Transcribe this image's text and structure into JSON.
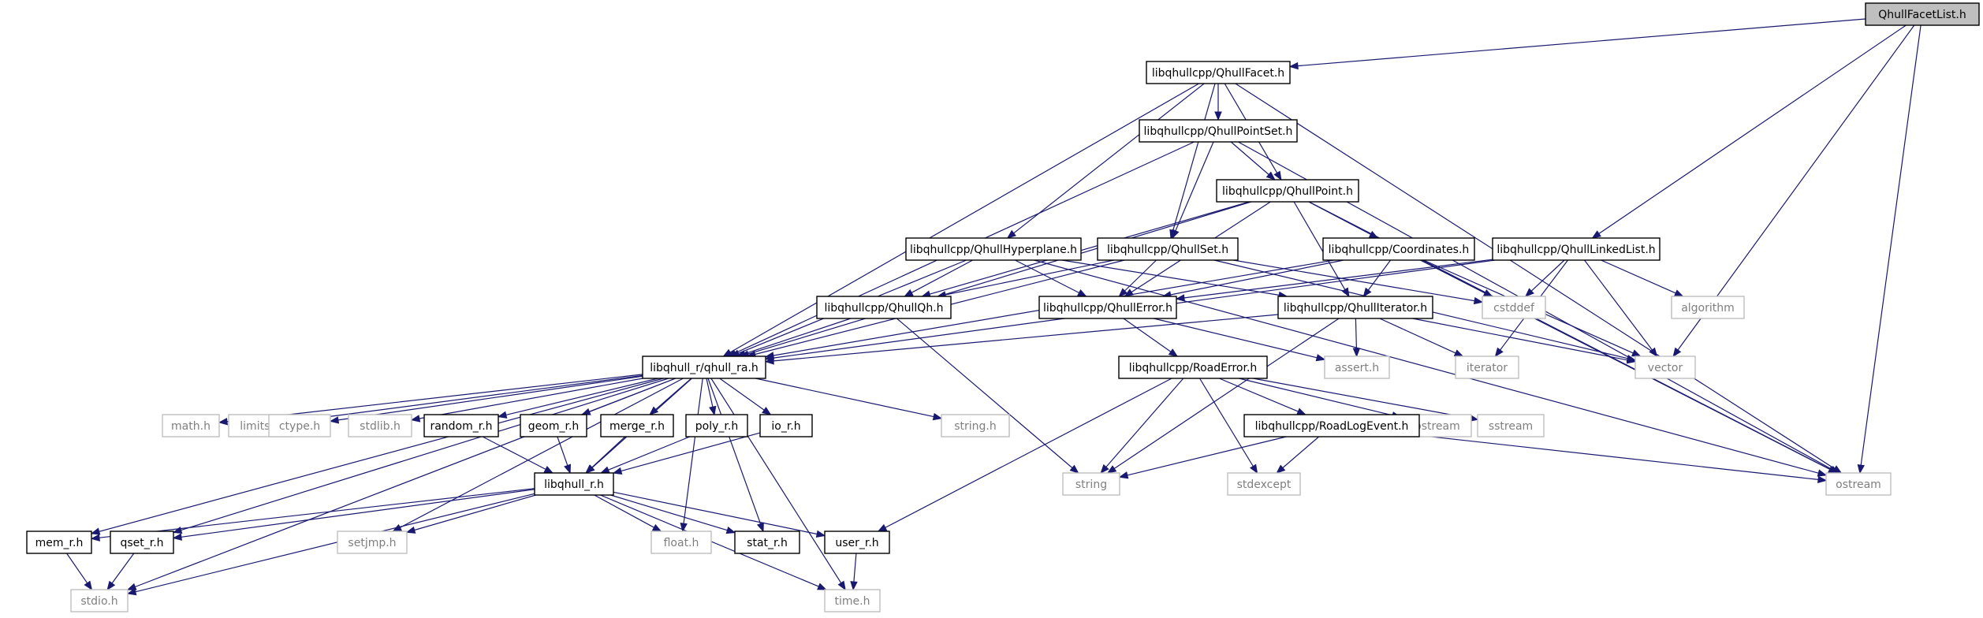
{
  "graph": {
    "nodes": [
      {
        "id": "QhullFacetList_h",
        "label": "QhullFacetList.h",
        "kind": "root"
      },
      {
        "id": "QhullFacet_h",
        "label": "libqhullcpp/QhullFacet.h",
        "kind": "doc"
      },
      {
        "id": "QhullPointSet_h",
        "label": "libqhullcpp/QhullPointSet.h",
        "kind": "doc"
      },
      {
        "id": "QhullPoint_h",
        "label": "libqhullcpp/QhullPoint.h",
        "kind": "doc"
      },
      {
        "id": "QhullHyperplane_h",
        "label": "libqhullcpp/QhullHyperplane.h",
        "kind": "doc"
      },
      {
        "id": "QhullSet_h",
        "label": "libqhullcpp/QhullSet.h",
        "kind": "doc"
      },
      {
        "id": "Coordinates_h",
        "label": "libqhullcpp/Coordinates.h",
        "kind": "doc"
      },
      {
        "id": "QhullLinkedList_h",
        "label": "libqhullcpp/QhullLinkedList.h",
        "kind": "doc"
      },
      {
        "id": "QhullQh_h",
        "label": "libqhullcpp/QhullQh.h",
        "kind": "doc"
      },
      {
        "id": "QhullError_h",
        "label": "libqhullcpp/QhullError.h",
        "kind": "doc"
      },
      {
        "id": "QhullIterator_h",
        "label": "libqhullcpp/QhullIterator.h",
        "kind": "doc"
      },
      {
        "id": "cstddef",
        "label": "cstddef",
        "kind": "sys"
      },
      {
        "id": "algorithm",
        "label": "algorithm",
        "kind": "sys"
      },
      {
        "id": "qhull_ra_h",
        "label": "libqhull_r/qhull_ra.h",
        "kind": "doc"
      },
      {
        "id": "RoadError_h",
        "label": "libqhullcpp/RoadError.h",
        "kind": "doc"
      },
      {
        "id": "assert_h",
        "label": "assert.h",
        "kind": "sys"
      },
      {
        "id": "iterator",
        "label": "iterator",
        "kind": "sys"
      },
      {
        "id": "vector",
        "label": "vector",
        "kind": "sys"
      },
      {
        "id": "math_h",
        "label": "math.h",
        "kind": "sys"
      },
      {
        "id": "limits_h",
        "label": "limits.h",
        "kind": "sys"
      },
      {
        "id": "ctype_h",
        "label": "ctype.h",
        "kind": "sys"
      },
      {
        "id": "stdlib_h",
        "label": "stdlib.h",
        "kind": "sys"
      },
      {
        "id": "random_r_h",
        "label": "random_r.h",
        "kind": "doc"
      },
      {
        "id": "geom_r_h",
        "label": "geom_r.h",
        "kind": "doc"
      },
      {
        "id": "merge_r_h",
        "label": "merge_r.h",
        "kind": "doc"
      },
      {
        "id": "poly_r_h",
        "label": "poly_r.h",
        "kind": "doc"
      },
      {
        "id": "io_r_h",
        "label": "io_r.h",
        "kind": "doc"
      },
      {
        "id": "string_h",
        "label": "string.h",
        "kind": "sys"
      },
      {
        "id": "iostream",
        "label": "iostream",
        "kind": "sys"
      },
      {
        "id": "sstream",
        "label": "sstream",
        "kind": "sys"
      },
      {
        "id": "RoadLogEvent_h",
        "label": "libqhullcpp/RoadLogEvent.h",
        "kind": "doc"
      },
      {
        "id": "string",
        "label": "string",
        "kind": "sys"
      },
      {
        "id": "stdexcept",
        "label": "stdexcept",
        "kind": "sys"
      },
      {
        "id": "ostream",
        "label": "ostream",
        "kind": "sys"
      },
      {
        "id": "libqhull_r_h",
        "label": "libqhull_r.h",
        "kind": "doc"
      },
      {
        "id": "setjmp_h",
        "label": "setjmp.h",
        "kind": "sys"
      },
      {
        "id": "float_h",
        "label": "float.h",
        "kind": "sys"
      },
      {
        "id": "mem_r_h",
        "label": "mem_r.h",
        "kind": "doc"
      },
      {
        "id": "qset_r_h",
        "label": "qset_r.h",
        "kind": "doc"
      },
      {
        "id": "stat_r_h",
        "label": "stat_r.h",
        "kind": "doc"
      },
      {
        "id": "user_r_h",
        "label": "user_r.h",
        "kind": "doc"
      },
      {
        "id": "stdio_h",
        "label": "stdio.h",
        "kind": "sys"
      },
      {
        "id": "time_h",
        "label": "time.h",
        "kind": "sys"
      }
    ],
    "edges": [
      [
        "QhullFacetList_h",
        "QhullFacet_h"
      ],
      [
        "QhullFacetList_h",
        "QhullLinkedList_h"
      ],
      [
        "QhullFacetList_h",
        "vector"
      ],
      [
        "QhullFacetList_h",
        "ostream"
      ],
      [
        "QhullFacet_h",
        "qhull_ra_h"
      ],
      [
        "QhullFacet_h",
        "QhullHyperplane_h"
      ],
      [
        "QhullFacet_h",
        "QhullSet_h"
      ],
      [
        "QhullFacet_h",
        "QhullPointSet_h"
      ],
      [
        "QhullFacet_h",
        "QhullPoint_h"
      ],
      [
        "QhullFacet_h",
        "ostream"
      ],
      [
        "QhullPointSet_h",
        "qhull_ra_h"
      ],
      [
        "QhullPointSet_h",
        "QhullSet_h"
      ],
      [
        "QhullPointSet_h",
        "QhullPoint_h"
      ],
      [
        "QhullPointSet_h",
        "ostream"
      ],
      [
        "QhullPoint_h",
        "qhull_ra_h"
      ],
      [
        "QhullPoint_h",
        "QhullQh_h"
      ],
      [
        "QhullPoint_h",
        "QhullError_h"
      ],
      [
        "QhullPoint_h",
        "QhullIterator_h"
      ],
      [
        "QhullPoint_h",
        "Coordinates_h"
      ],
      [
        "QhullPoint_h",
        "ostream"
      ],
      [
        "QhullHyperplane_h",
        "qhull_ra_h"
      ],
      [
        "QhullHyperplane_h",
        "QhullQh_h"
      ],
      [
        "QhullHyperplane_h",
        "QhullError_h"
      ],
      [
        "QhullHyperplane_h",
        "QhullIterator_h"
      ],
      [
        "QhullHyperplane_h",
        "ostream"
      ],
      [
        "QhullSet_h",
        "qhull_ra_h"
      ],
      [
        "QhullSet_h",
        "QhullQh_h"
      ],
      [
        "QhullSet_h",
        "QhullError_h"
      ],
      [
        "QhullSet_h",
        "cstddef"
      ],
      [
        "QhullSet_h",
        "vector"
      ],
      [
        "Coordinates_h",
        "qhull_ra_h"
      ],
      [
        "Coordinates_h",
        "QhullError_h"
      ],
      [
        "Coordinates_h",
        "QhullIterator_h"
      ],
      [
        "Coordinates_h",
        "cstddef"
      ],
      [
        "Coordinates_h",
        "vector"
      ],
      [
        "Coordinates_h",
        "ostream"
      ],
      [
        "QhullLinkedList_h",
        "qhull_ra_h"
      ],
      [
        "QhullLinkedList_h",
        "QhullError_h"
      ],
      [
        "QhullLinkedList_h",
        "cstddef"
      ],
      [
        "QhullLinkedList_h",
        "algorithm"
      ],
      [
        "QhullLinkedList_h",
        "iterator"
      ],
      [
        "QhullLinkedList_h",
        "vector"
      ],
      [
        "QhullQh_h",
        "qhull_ra_h"
      ],
      [
        "QhullQh_h",
        "string"
      ],
      [
        "QhullError_h",
        "RoadError_h"
      ],
      [
        "QhullError_h",
        "assert_h"
      ],
      [
        "QhullIterator_h",
        "qhull_ra_h"
      ],
      [
        "QhullIterator_h",
        "assert_h"
      ],
      [
        "QhullIterator_h",
        "iterator"
      ],
      [
        "QhullIterator_h",
        "string"
      ],
      [
        "QhullIterator_h",
        "vector"
      ],
      [
        "qhull_ra_h",
        "libqhull_r_h"
      ],
      [
        "qhull_ra_h",
        "stdio_h"
      ],
      [
        "qhull_ra_h",
        "math_h"
      ],
      [
        "qhull_ra_h",
        "limits_h"
      ],
      [
        "qhull_ra_h",
        "ctype_h"
      ],
      [
        "qhull_ra_h",
        "stdlib_h"
      ],
      [
        "qhull_ra_h",
        "random_r_h"
      ],
      [
        "qhull_ra_h",
        "geom_r_h"
      ],
      [
        "qhull_ra_h",
        "merge_r_h"
      ],
      [
        "qhull_ra_h",
        "poly_r_h"
      ],
      [
        "qhull_ra_h",
        "io_r_h"
      ],
      [
        "qhull_ra_h",
        "string_h"
      ],
      [
        "qhull_ra_h",
        "mem_r_h"
      ],
      [
        "qhull_ra_h",
        "qset_r_h"
      ],
      [
        "qhull_ra_h",
        "setjmp_h"
      ],
      [
        "qhull_ra_h",
        "float_h"
      ],
      [
        "qhull_ra_h",
        "stat_r_h"
      ],
      [
        "qhull_ra_h",
        "time_h"
      ],
      [
        "random_r_h",
        "libqhull_r_h"
      ],
      [
        "geom_r_h",
        "libqhull_r_h"
      ],
      [
        "merge_r_h",
        "libqhull_r_h"
      ],
      [
        "poly_r_h",
        "libqhull_r_h"
      ],
      [
        "io_r_h",
        "libqhull_r_h"
      ],
      [
        "RoadError_h",
        "string"
      ],
      [
        "RoadError_h",
        "stdexcept"
      ],
      [
        "RoadError_h",
        "iostream"
      ],
      [
        "RoadError_h",
        "sstream"
      ],
      [
        "RoadError_h",
        "RoadLogEvent_h"
      ],
      [
        "RoadError_h",
        "user_r_h"
      ],
      [
        "RoadLogEvent_h",
        "string"
      ],
      [
        "RoadLogEvent_h",
        "stdexcept"
      ],
      [
        "RoadLogEvent_h",
        "ostream"
      ],
      [
        "libqhull_r_h",
        "user_r_h"
      ],
      [
        "libqhull_r_h",
        "mem_r_h"
      ],
      [
        "libqhull_r_h",
        "qset_r_h"
      ],
      [
        "libqhull_r_h",
        "setjmp_h"
      ],
      [
        "libqhull_r_h",
        "float_h"
      ],
      [
        "libqhull_r_h",
        "stat_r_h"
      ],
      [
        "libqhull_r_h",
        "stdio_h"
      ],
      [
        "libqhull_r_h",
        "time_h"
      ],
      [
        "mem_r_h",
        "stdio_h"
      ],
      [
        "qset_r_h",
        "stdio_h"
      ],
      [
        "user_r_h",
        "time_h"
      ]
    ]
  }
}
